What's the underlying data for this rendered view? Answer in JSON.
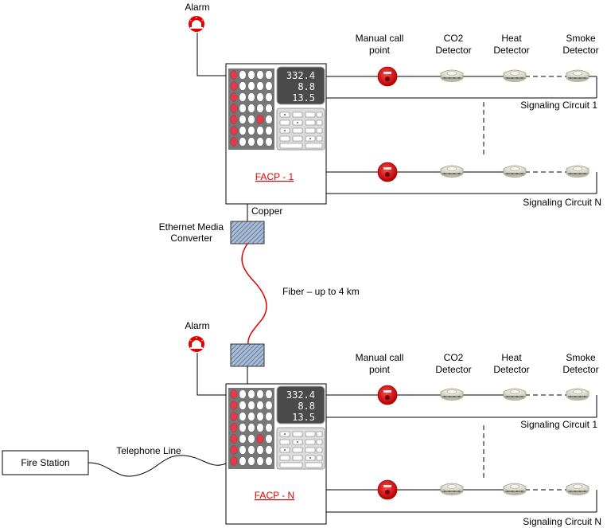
{
  "labels": {
    "alarm": "Alarm",
    "manual_call_point": [
      "Manual call",
      "point"
    ],
    "co2_detector": [
      "CO2",
      "Detector"
    ],
    "heat_detector": [
      "Heat",
      "Detector"
    ],
    "smoke_detector": [
      "Smoke",
      "Detector"
    ],
    "signaling_circuit_1": "Signaling Circuit 1",
    "signaling_circuit_n": "Signaling Circuit N",
    "facp_1": "FACP - 1",
    "facp_n": "FACP - N",
    "copper": "Copper",
    "ethernet_media_converter": [
      "Ethernet Media",
      "Converter"
    ],
    "fiber": "Fiber – up to 4 km",
    "telephone_line": "Telephone Line",
    "fire_station": "Fire Station"
  },
  "panel_display": [
    "332.4",
    "8.8",
    "13.5"
  ],
  "colors": {
    "line": "#000000",
    "fiber": "#e00000",
    "facp_title": "#e00000",
    "led_red": "#e8384a",
    "led_white": "#ffffff",
    "display_bg": "#4a4a4a",
    "converter": "#9bb0cc",
    "call_point": "#d81818",
    "detector": "#e9e6dc"
  },
  "icons": [
    "alarm-icon",
    "manual-call-point-icon",
    "detector-icon",
    "media-converter-icon"
  ]
}
